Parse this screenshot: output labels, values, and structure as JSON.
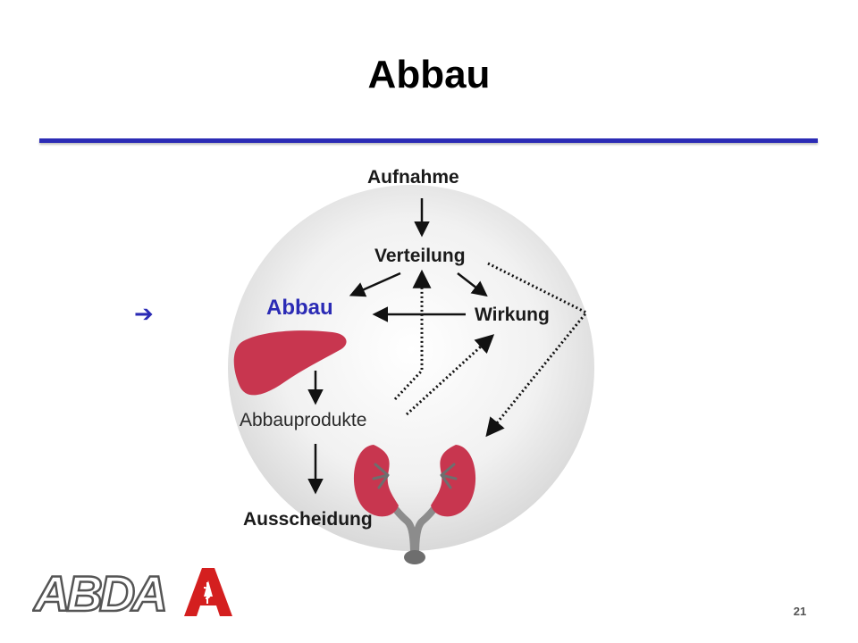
{
  "slide": {
    "title": "Abbau",
    "page_number": "21"
  },
  "diagram": {
    "nodes": {
      "aufnahme": "Aufnahme",
      "verteilung": "Verteilung",
      "wirkung": "Wirkung",
      "abbau": "Abbau",
      "abbauprodukte": "Abbauprodukte",
      "ausscheidung": "Ausscheidung"
    },
    "pointer_glyph": "➔"
  },
  "logo": {
    "text": "ABDA"
  },
  "colors": {
    "accent_blue": "#2b2bb5",
    "organ_red": "#c8364f",
    "body_circle": "#e4e4e4"
  }
}
